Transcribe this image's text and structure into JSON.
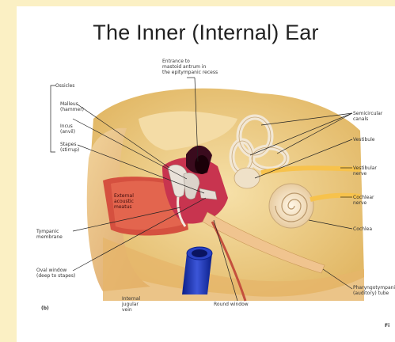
{
  "diagram": {
    "title": "The Inner (Internal) Ear",
    "panel_label": "(b)",
    "figure_ref": "Fi",
    "labels": {
      "entrance": "Entrance to\nmastoid antrum in\nthe epitympanic recess",
      "ossicles": "Ossicles",
      "malleus": "Malleus\n(hammer)",
      "incus": "Incus\n(anvil)",
      "stapes": "Stapes\n(stirrup)",
      "external_acoustic_meatus": "External\nacoustic\nmeatus",
      "tympanic_membrane": "Tympanic\nmembrane",
      "oval_window": "Oval window\n(deep to stapes)",
      "internal_jugular_vein": "Internal\njugular\nvein",
      "round_window": "Round window",
      "semicircular_canals": "Semicircular\ncanals",
      "vestibule": "Vestibule",
      "vestibular_nerve": "Vestibular\nnerve",
      "cochlear_nerve": "Cochlear\nnerve",
      "cochlea": "Cochlea",
      "pharyngotympanic_tube": "Pharyngotympanic\n(auditory) tube"
    }
  }
}
